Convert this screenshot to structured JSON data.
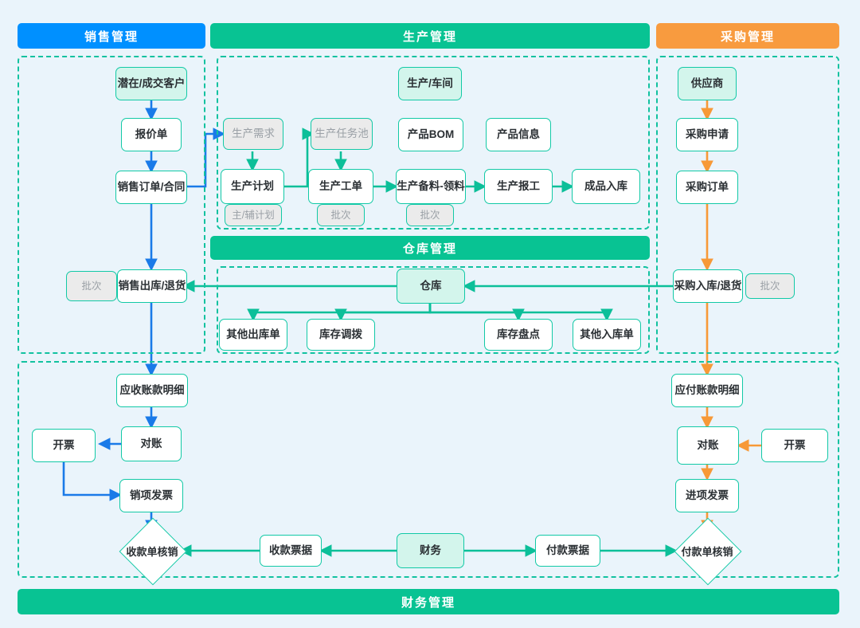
{
  "colors": {
    "background": "#eaf4fb",
    "sales_accent": "#0090ff",
    "production_accent": "#08c393",
    "purchase_accent": "#f89b3f",
    "node_border": "#12c9a6",
    "mint_fill": "#d3f5ec",
    "muted_fill": "#ebebeb",
    "muted_text": "#9aa0a6"
  },
  "headers": {
    "sales": "销售管理",
    "production": "生产管理",
    "purchase": "采购管理",
    "warehouse": "仓库管理",
    "finance": "财务管理"
  },
  "sales": {
    "customer": "潜在/成交客户",
    "quotation": "报价单",
    "order": "销售订单/合同",
    "batch": "批次",
    "outbound": "销售出库/退货"
  },
  "production": {
    "workshop": "生产/车间",
    "demand": "生产需求",
    "task_pool": "生产任务池",
    "bom": "产品BOM",
    "product_info": "产品信息",
    "plan": "生产计划",
    "work_order": "生产工单",
    "picking": "生产备料-领料",
    "report": "生产报工",
    "finished_in": "成品入库",
    "plan_sub": "主/辅计划",
    "wo_batch": "批次",
    "pick_batch": "批次"
  },
  "purchase": {
    "supplier": "供应商",
    "requisition": "采购申请",
    "order": "采购订单",
    "inbound": "采购入库/退货",
    "batch": "批次"
  },
  "warehouse": {
    "hub": "仓库",
    "other_out": "其他出库单",
    "transfer": "库存调拨",
    "stocktake": "库存盘点",
    "other_in": "其他入库单"
  },
  "finance": {
    "ar_detail": "应收账款明细",
    "ar_recon": "对账",
    "ar_invoice_btn": "开票",
    "sales_invoice": "销项发票",
    "receipt_writeoff": "收款单核销",
    "receipt_doc": "收款票据",
    "hub": "财务",
    "payment_doc": "付款票据",
    "payment_writeoff": "付款单核销",
    "ap_detail": "应付账款明细",
    "ap_recon": "对账",
    "ap_invoice_btn": "开票",
    "purchase_invoice": "进项发票"
  }
}
